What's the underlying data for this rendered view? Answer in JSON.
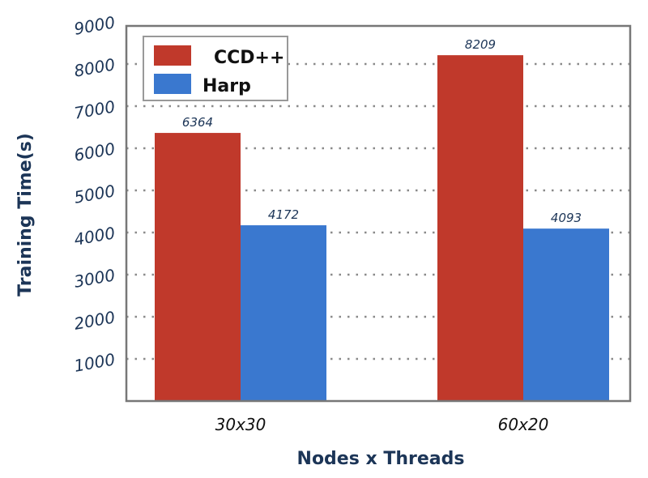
{
  "chart_data": {
    "type": "bar",
    "xlabel": "Nodes x Threads",
    "ylabel": "Training Time(s)",
    "categories": [
      "30x30",
      "60x20"
    ],
    "series": [
      {
        "name": "CCD++",
        "values": [
          6364,
          8209
        ],
        "color": "#c0392b"
      },
      {
        "name": "Harp",
        "values": [
          4172,
          4093
        ],
        "color": "#3a78cf"
      }
    ],
    "yticks": [
      1000,
      2000,
      3000,
      4000,
      5000,
      6000,
      7000,
      8000,
      9000
    ],
    "ylim": [
      0,
      9000
    ],
    "grid": true,
    "legend_position": "top-left"
  }
}
